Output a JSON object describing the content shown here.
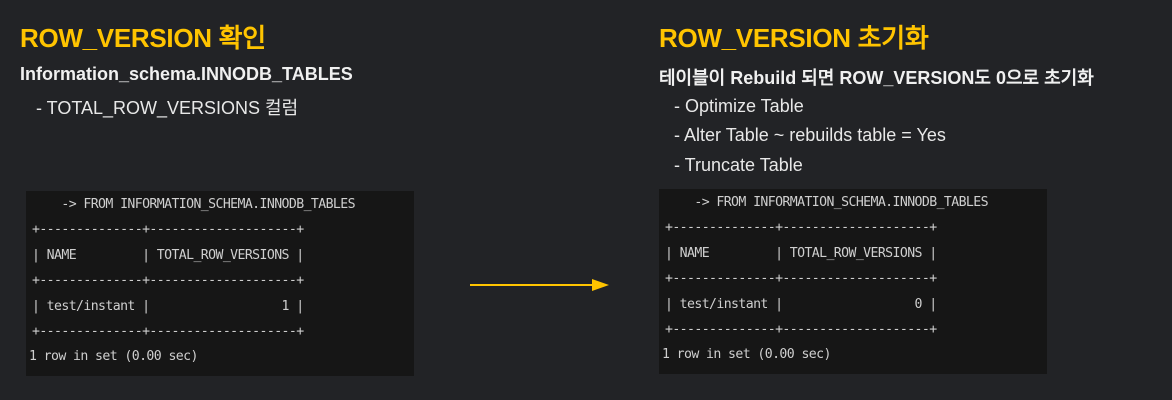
{
  "left": {
    "title": "ROW_VERSION 확인",
    "subtitle": "Information_schema.INNODB_TABLES",
    "bullets": [
      "- TOTAL_ROW_VERSIONS 컬럼"
    ],
    "terminal": [
      "    -> FROM INFORMATION_SCHEMA.INNODB_TABLES",
      "+--------------+--------------------+",
      "| NAME         | TOTAL_ROW_VERSIONS |",
      "+--------------+--------------------+",
      "| test/instant |                  1 |",
      "+--------------+--------------------+",
      "1 row in set (0.00 sec)"
    ]
  },
  "right": {
    "title": "ROW_VERSION 초기화",
    "subtitle": "테이블이 Rebuild 되면 ROW_VERSION도 0으로 초기화",
    "bullets": [
      "- Optimize Table",
      "- Alter Table ~ rebuilds table = Yes",
      "- Truncate Table"
    ],
    "terminal": [
      "    -> FROM INFORMATION_SCHEMA.INNODB_TABLES",
      "+--------------+--------------------+",
      "| NAME         | TOTAL_ROW_VERSIONS |",
      "+--------------+--------------------+",
      "| test/instant |                  0 |",
      "+--------------+--------------------+",
      "1 row in set (0.00 sec)"
    ]
  },
  "colors": {
    "accent": "#ffc400",
    "background": "#222326"
  },
  "arrow_icon": "arrow-right-icon"
}
